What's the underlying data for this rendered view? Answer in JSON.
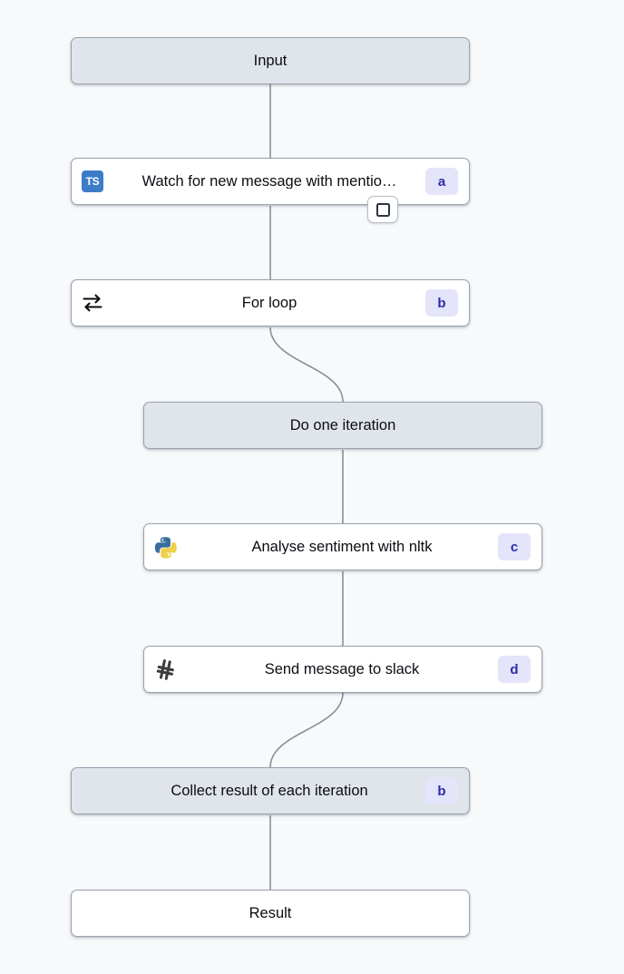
{
  "canvas": {
    "background": "#f8f9fb",
    "edge_color": "#8b9099",
    "virtual_node_fill": "#e0e5ec",
    "module_node_fill": "#ffffff",
    "node_border": "#9aa3ad",
    "badge_bg": "#e4e4fb",
    "badge_fg": "#2c2ca8",
    "ts_icon_bg": "#3d7cc9",
    "python_blue": "#386e9e",
    "python_yellow": "#f1d049",
    "slack_icon_color": "#3c3c3c"
  },
  "nodes": {
    "input": {
      "label": "Input",
      "kind": "virtual"
    },
    "trigger": {
      "label": "Watch for new message with mentio…",
      "badge": "a",
      "icon": "typescript-icon",
      "icon_text": "TS",
      "kind": "module"
    },
    "forloop": {
      "label": "For loop",
      "badge": "b",
      "icon": "loop-icon",
      "kind": "module"
    },
    "iteration": {
      "label": "Do one iteration",
      "kind": "virtual"
    },
    "sentiment": {
      "label": "Analyse sentiment with nltk",
      "badge": "c",
      "icon": "python-icon",
      "kind": "module"
    },
    "slack": {
      "label": "Send message to slack",
      "badge": "d",
      "icon": "slack-icon",
      "kind": "module"
    },
    "collect": {
      "label": "Collect result of each iteration",
      "badge": "b",
      "kind": "virtual"
    },
    "result": {
      "label": "Result",
      "kind": "plain"
    }
  },
  "controls": {
    "stop_button": {
      "icon": "stop-square-icon",
      "title": "Stop"
    }
  }
}
